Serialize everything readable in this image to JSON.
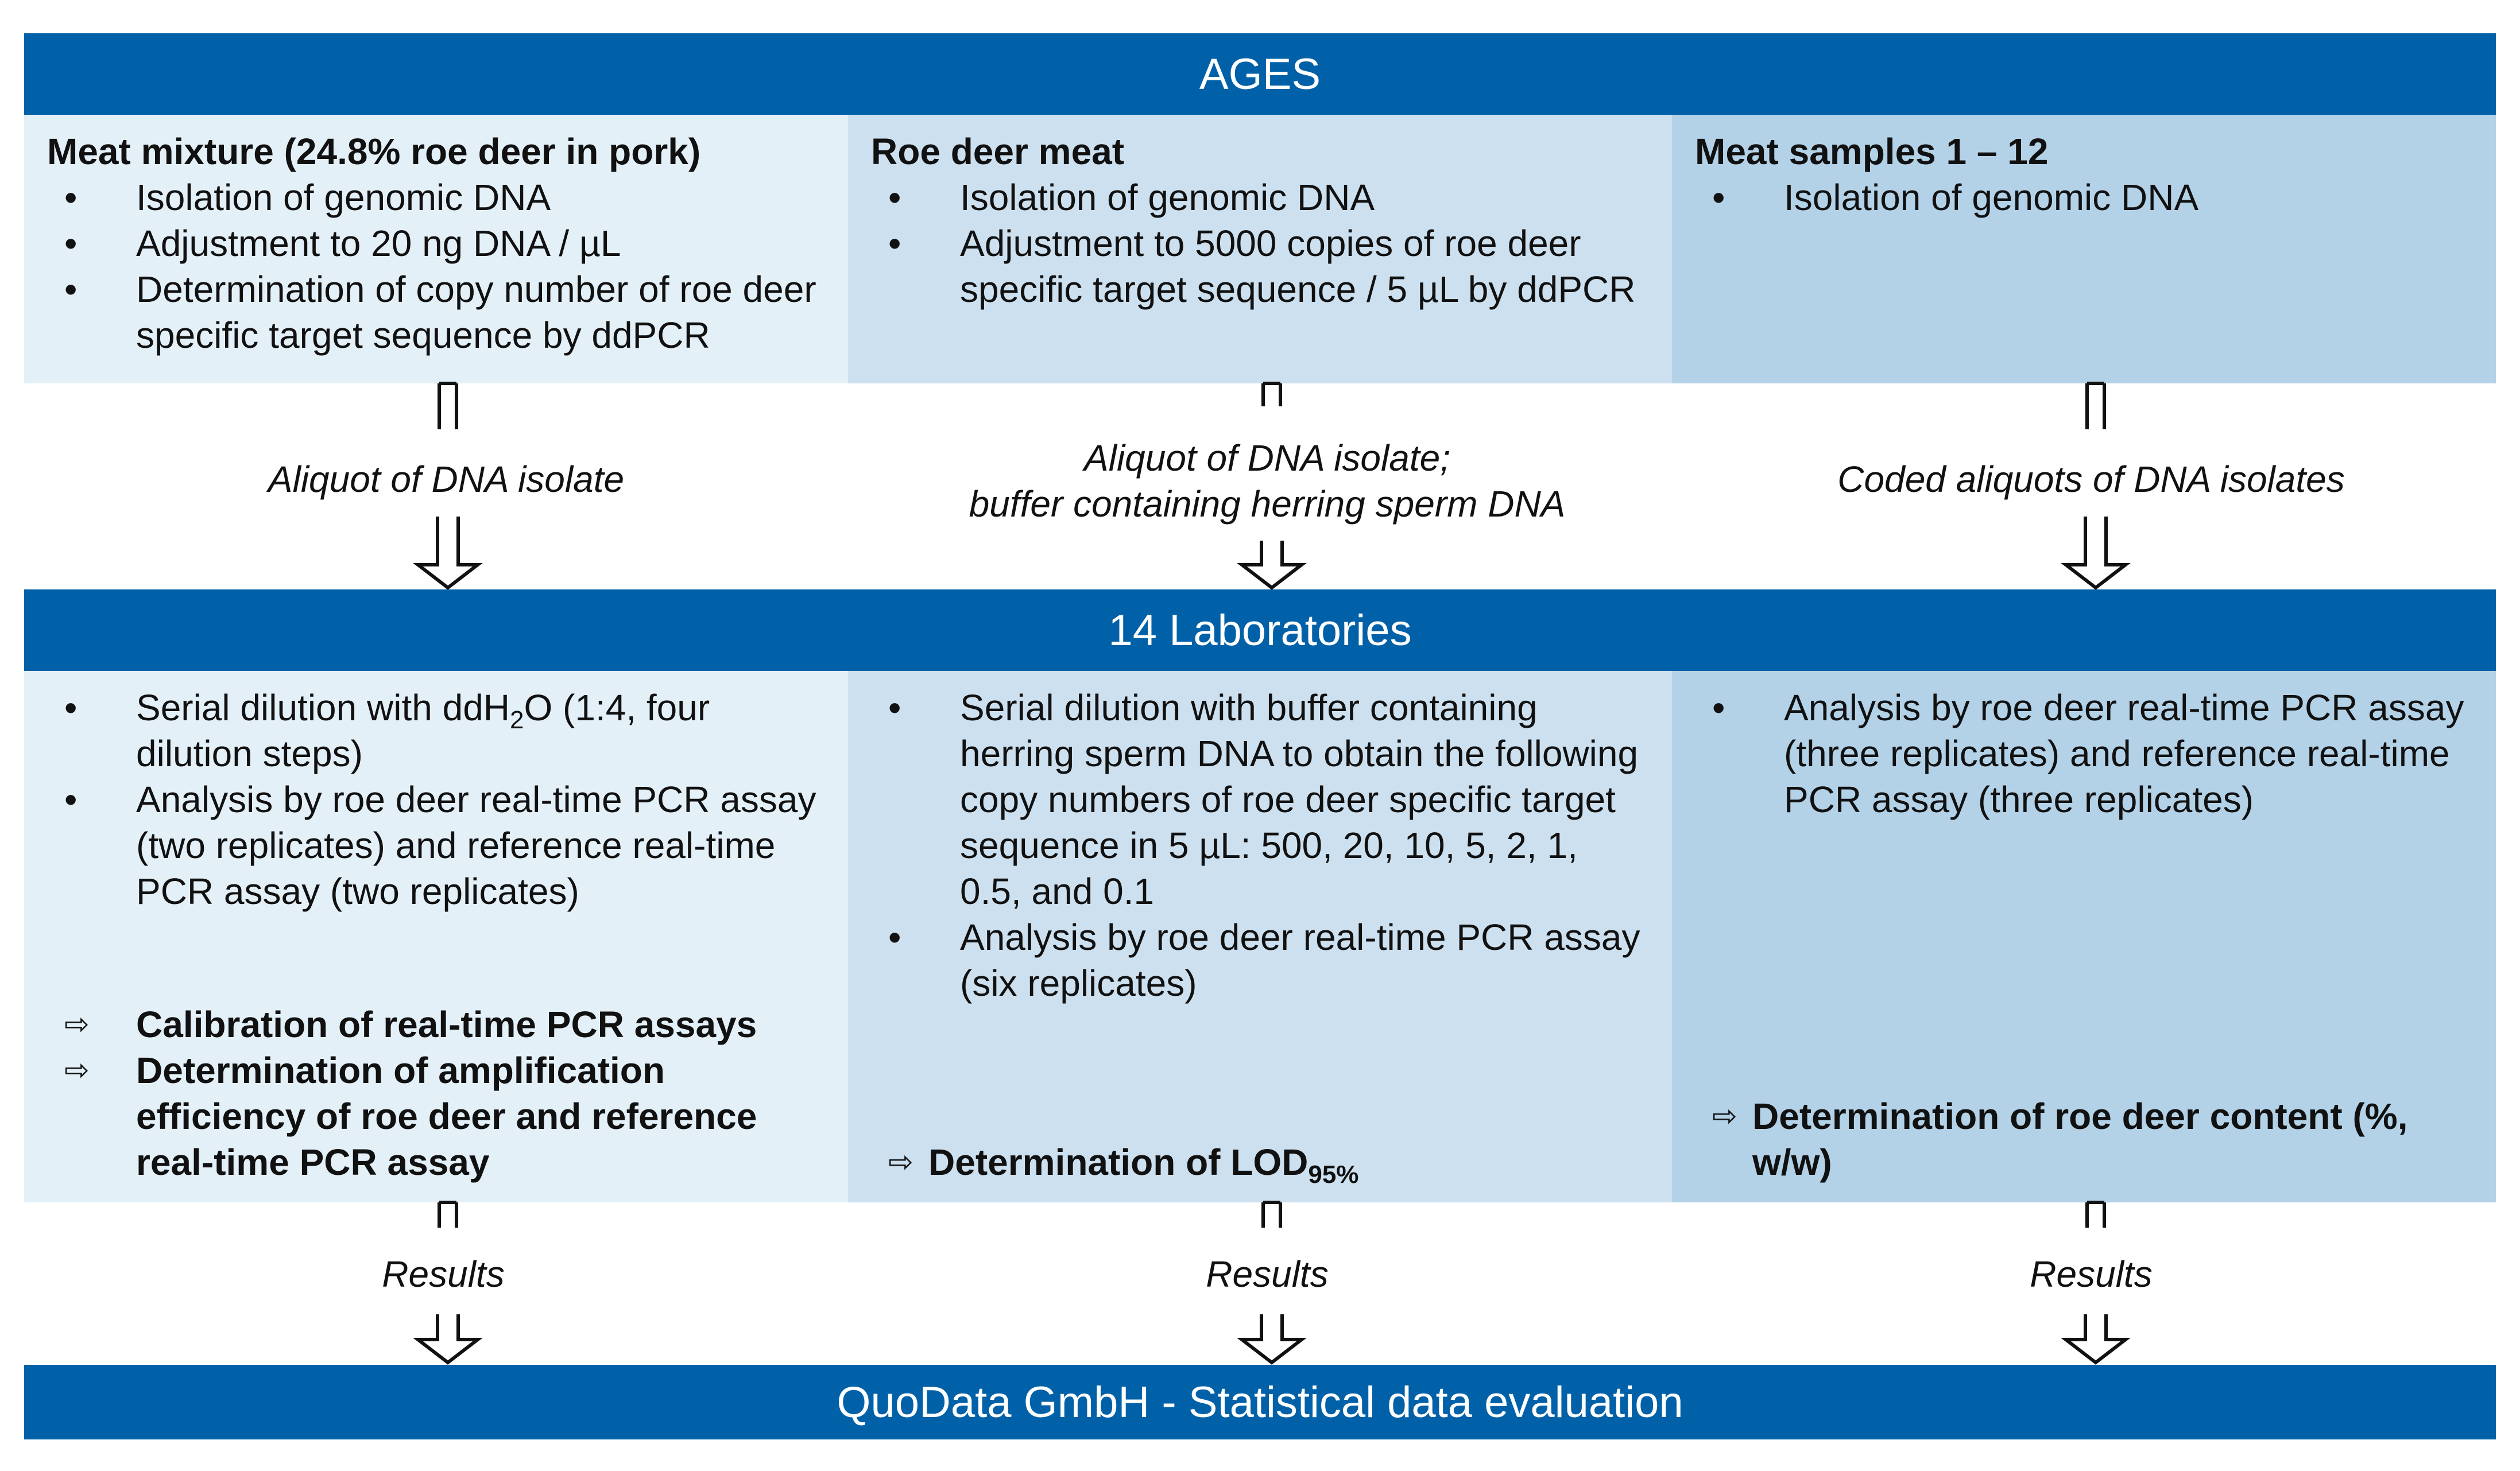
{
  "banners": {
    "ages": "AGES",
    "labs": "14 Laboratories",
    "quodata": "QuoData GmbH - Statistical data evaluation"
  },
  "stage1": [
    {
      "title": "Meat mixture (24.8% roe deer in pork)",
      "bullets": [
        "Isolation of genomic DNA",
        "Adjustment to 20 ng DNA / µL",
        "Determination of copy number of roe deer specific target sequence by ddPCR"
      ]
    },
    {
      "title": "Roe deer meat",
      "bullets": [
        "Isolation of genomic DNA",
        "Adjustment to 5000 copies of roe deer specific target sequence / 5 µL by ddPCR"
      ]
    },
    {
      "title": "Meat samples 1 – 12",
      "bullets": [
        "Isolation of genomic DNA"
      ]
    }
  ],
  "transfer": [
    {
      "lines": [
        "Aliquot of DNA isolate"
      ]
    },
    {
      "lines": [
        "Aliquot of DNA isolate;",
        "buffer containing herring sperm DNA"
      ]
    },
    {
      "lines": [
        "Coded aliquots of DNA isolates"
      ]
    }
  ],
  "stage2": [
    {
      "bullet1_pre": "Serial dilution with ddH",
      "bullet1_sub": "2",
      "bullet1_post": "O (1:4,  four dilution steps)",
      "bullet2": "Analysis by roe deer real-time PCR assay (two replicates) and reference real-time PCR assay (two replicates)",
      "outcomes": [
        "Calibration of real-time PCR assays",
        "Determination of amplification efficiency of roe deer and reference real-time PCR assay"
      ]
    },
    {
      "bullets": [
        "Serial dilution with buffer containing herring sperm DNA to obtain the following copy numbers of roe deer specific target sequence in 5 µL: 500, 20, 10, 5, 2, 1, 0.5, and 0.1",
        "Analysis by roe deer real-time PCR assay (six replicates)"
      ],
      "outcome_main": "Determination of LOD",
      "outcome_sub": "95%"
    },
    {
      "bullets": [
        "Analysis by roe deer real-time PCR assay (three replicates) and reference real-time PCR assay (three replicates)"
      ],
      "outcomes": [
        "Determination of roe deer content (%, w/w)"
      ]
    }
  ],
  "results_label": "Results",
  "icons": {
    "bullet": "bullet-dot",
    "outcome": "hollow-right-arrow-icon",
    "flow": "hollow-down-arrow-icon"
  }
}
